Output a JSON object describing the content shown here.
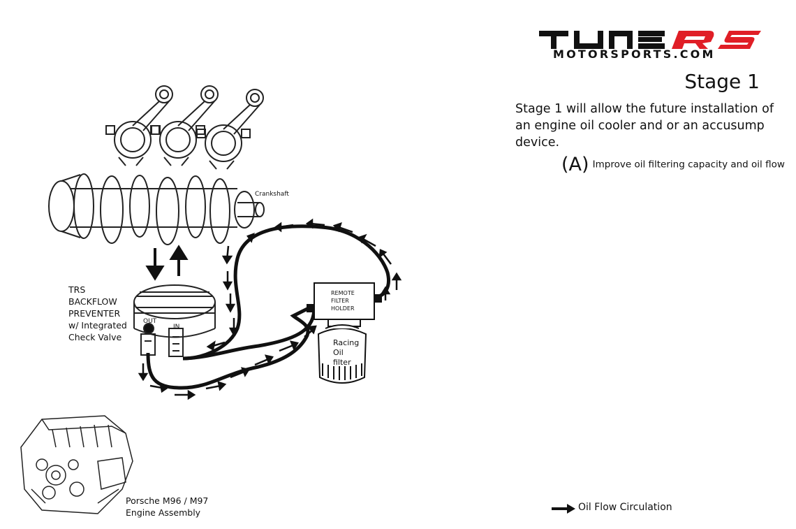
{
  "brand": {
    "logo_main": "TUNERS",
    "logo_sub": "MOTORSPORTS.COM",
    "accent_color": "#e01e26"
  },
  "stage": {
    "title": "Stage 1",
    "description": "Stage 1 will allow the future installation of an engine oil cooler and or an accusump device."
  },
  "items": [
    {
      "letter": "(A)",
      "text": "Improve oil filtering capacity and oil flow"
    }
  ],
  "diagram": {
    "crankshaft_label": "Crankshaft",
    "preventer_label_lines": [
      "TRS",
      "BACKFLOW",
      "PREVENTER",
      "w/ Integrated",
      "Check Valve"
    ],
    "port_out": "OUT",
    "port_in": "IN",
    "remote_filter_lines": [
      "REMOTE",
      "FILTER",
      "HOLDER"
    ],
    "racing_filter_lines": [
      "Racing",
      "Oil",
      "filter"
    ],
    "engine_label_lines": [
      "Porsche M96 / M97",
      "Engine Assembly"
    ]
  },
  "legend": {
    "label": "Oil Flow Circulation",
    "icon": "arrow-right-icon"
  }
}
